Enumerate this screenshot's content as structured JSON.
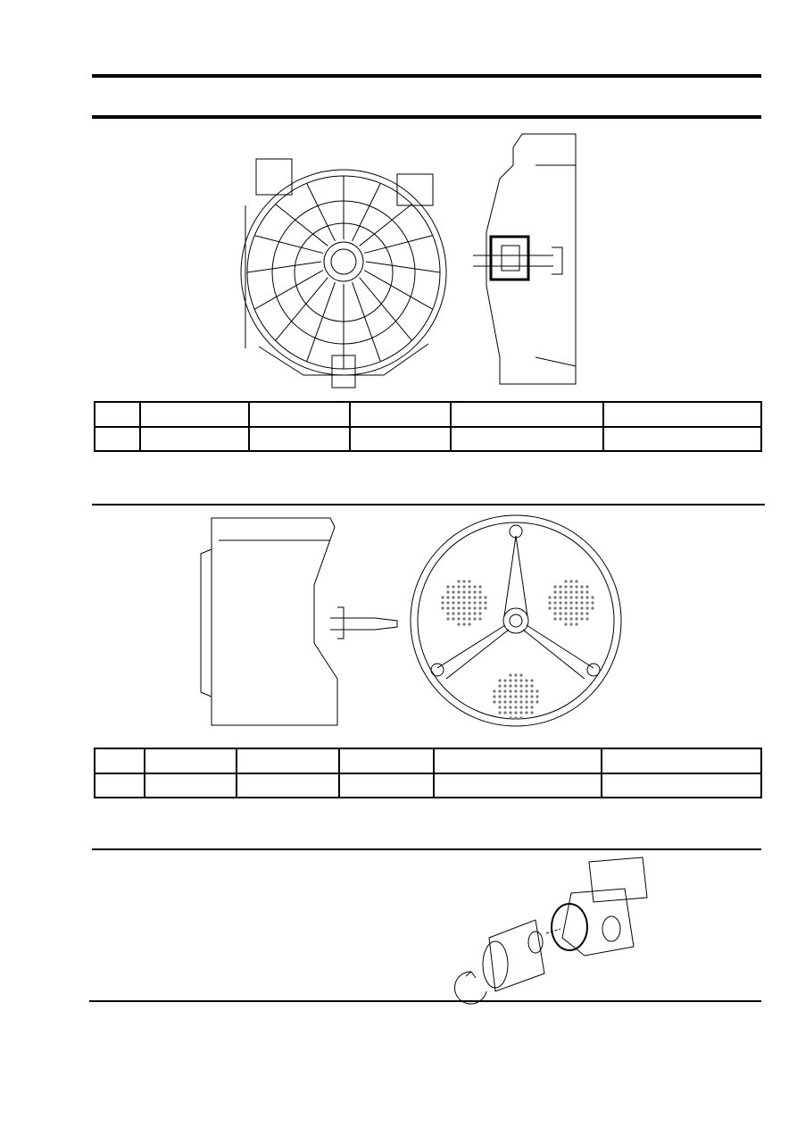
{
  "colors": {
    "ink": "#000000",
    "paper": "#ffffff",
    "shade": "#888888"
  },
  "section1": {
    "drawings": [
      "tub-front-view",
      "tub-side-section-view"
    ],
    "table": {
      "rows": [
        [
          "",
          "",
          "",
          "",
          "",
          ""
        ],
        [
          "",
          "",
          "",
          "",
          "",
          ""
        ]
      ]
    }
  },
  "section2": {
    "drawings": [
      "drum-side-view",
      "drum-front-view"
    ],
    "table": {
      "rows": [
        [
          "",
          "",
          "",
          "",
          "",
          ""
        ],
        [
          "",
          "",
          "",
          "",
          "",
          ""
        ]
      ]
    }
  },
  "section3": {
    "drawings": [
      "drain-pump-filter-exploded-view"
    ]
  }
}
